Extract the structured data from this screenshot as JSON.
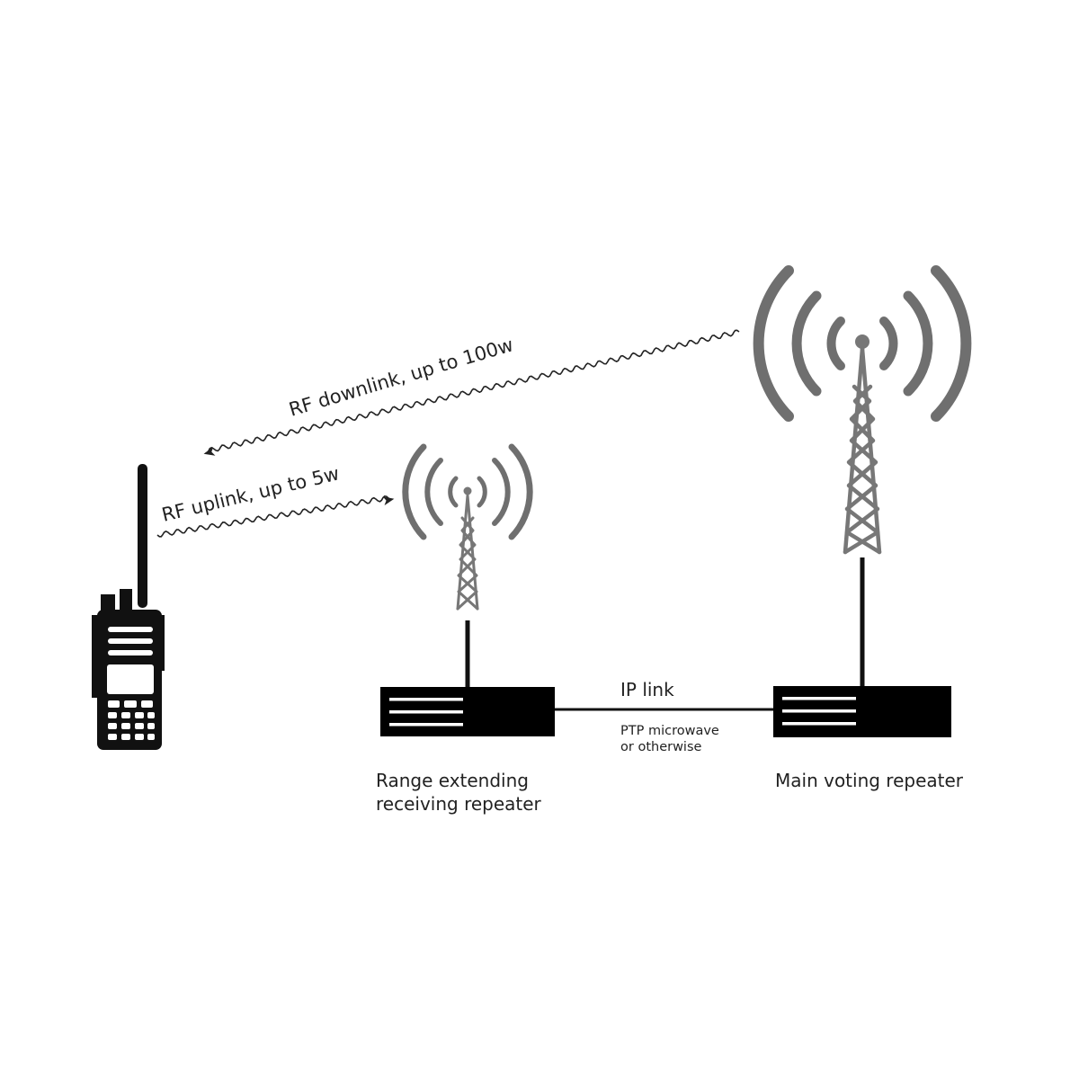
{
  "labels": {
    "downlink": "RF downlink, up to 100w",
    "uplink": "RF uplink, up to 5w",
    "ip_link": "IP link",
    "ptp_line1": "PTP microwave",
    "ptp_line2": "or otherwise",
    "range_line1": "Range extending",
    "range_line2": "receiving repeater",
    "main": "Main voting repeater"
  }
}
